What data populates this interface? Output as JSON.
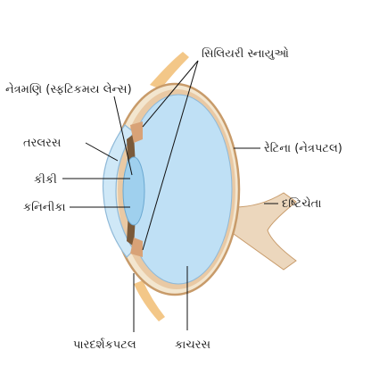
{
  "diagram": {
    "labels": {
      "lens": "નેત્રમણિ (સ્ફટિકમય લેન્સ)",
      "ciliary_muscles": "સિલિયરી સ્નાયુઓ",
      "aqueous_humour": "તરલરસ",
      "iris": "કીકી",
      "pupil": "કનિનીકા",
      "retina": "રેટિના (નેત્રપટલ)",
      "optic_nerve": "દષ્ટિચેતા",
      "cornea": "પારદર્શકપટલ",
      "vitreous_humour": "કાચરસ"
    },
    "colors": {
      "sclera_outline": "#c89b6a",
      "sclera_fill": "#f3e6cf",
      "choroid": "#e9c9a4",
      "vitreous": "#bfe0f5",
      "vitreous_edge": "#8fb9d8",
      "cornea": "#cfe8f7",
      "lens": "#9fd0ee",
      "iris": "#7a5a3a",
      "ciliary": "#d8a277",
      "optic_nerve": "#ecd7bd",
      "muscle": "#f0b96a",
      "pointer": "#111111"
    }
  }
}
